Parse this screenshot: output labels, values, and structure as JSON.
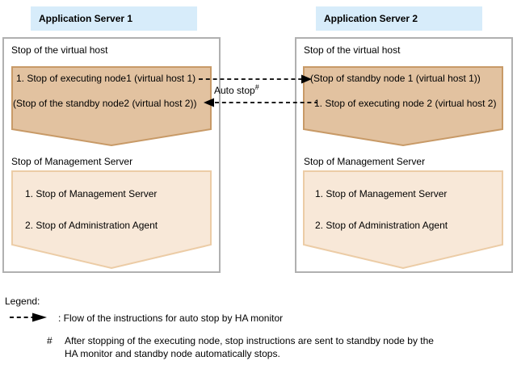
{
  "servers": [
    {
      "title": "Application Server 1",
      "virtual_host_section": {
        "label": "Stop of the virtual host",
        "line1": "1. Stop of executing node1 (virtual host 1)",
        "line2": "(Stop of the standby node2 (virtual host 2))"
      },
      "management_section": {
        "label": "Stop of Management Server",
        "line1": "1. Stop of Management Server",
        "line2": "2. Stop of Administration Agent"
      }
    },
    {
      "title": "Application Server 2",
      "virtual_host_section": {
        "label": "Stop of the virtual host",
        "line1": "(Stop of standby node 1 (virtual host 1))",
        "line2": "1. Stop of executing node 2 (virtual host 2)"
      },
      "management_section": {
        "label": "Stop of Management Server",
        "line1": "1. Stop of Management Server",
        "line2": "2. Stop of Administration Agent"
      }
    }
  ],
  "auto_stop": {
    "label": "Auto stop",
    "superscript": "#"
  },
  "legend": {
    "title": "Legend:",
    "arrow_description": ": Flow of the instructions for auto stop by HA monitor",
    "footnote_marker": "#",
    "footnote_lines": [
      "After stopping of the executing node, stop instructions are sent to standby node by the",
      "HA monitor and standby node automatically stops."
    ]
  },
  "colors": {
    "header_bg": "#d7ecfa",
    "panel_border": "#b0b0b0",
    "dark_box_fill": "#e2c2a0",
    "dark_box_border": "#c89a67",
    "light_box_fill": "#f8e8d8",
    "light_box_border": "#eccca6",
    "arrow": "#000000"
  }
}
